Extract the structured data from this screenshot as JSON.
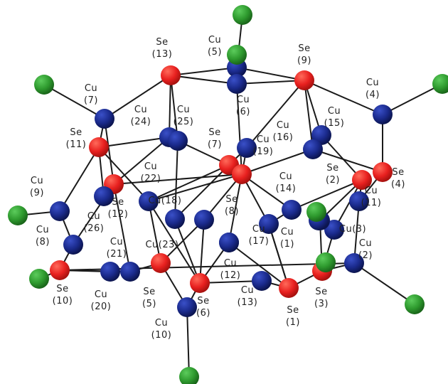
{
  "colors": {
    "se": "#e8201f",
    "cu": "#1a2a8c",
    "ligand": "#2e9a2e",
    "bond": "#1a1a1a"
  },
  "atoms": [
    {
      "id": "Se(13)",
      "el": "se",
      "lines": [
        "Se",
        "(13)"
      ]
    },
    {
      "id": "Se(9)",
      "el": "se",
      "lines": [
        "Se",
        "(9)"
      ]
    },
    {
      "id": "Se(11)",
      "el": "se",
      "lines": [
        "Se",
        "(11)"
      ]
    },
    {
      "id": "Se(7)",
      "el": "se",
      "lines": [
        "Se",
        "(7)"
      ]
    },
    {
      "id": "Se(8)",
      "el": "se",
      "lines": [
        "Se",
        "(8)"
      ]
    },
    {
      "id": "Se(2)",
      "el": "se",
      "lines": [
        "Se",
        "(2)"
      ]
    },
    {
      "id": "Se(4)",
      "el": "se",
      "lines": [
        "Se",
        "(4)"
      ]
    },
    {
      "id": "Se(12)",
      "el": "se",
      "lines": [
        "Se",
        "(12)"
      ]
    },
    {
      "id": "Se(10)",
      "el": "se",
      "lines": [
        "Se",
        "(10)"
      ]
    },
    {
      "id": "Se(5)",
      "el": "se",
      "lines": [
        "Se",
        "(5)"
      ]
    },
    {
      "id": "Se(6)",
      "el": "se",
      "lines": [
        "Se",
        "(6)"
      ]
    },
    {
      "id": "Se(1)",
      "el": "se",
      "lines": [
        "Se",
        "(1)"
      ]
    },
    {
      "id": "Se(3)",
      "el": "se",
      "lines": [
        "Se",
        "(3)"
      ]
    },
    {
      "id": "Cu(5)",
      "el": "cu",
      "lines": [
        "Cu",
        "(5)"
      ]
    },
    {
      "id": "Cu(6)",
      "el": "cu",
      "lines": [
        "Cu",
        "(6)"
      ]
    },
    {
      "id": "Cu(7)",
      "el": "cu",
      "lines": [
        "Cu",
        "(7)"
      ]
    },
    {
      "id": "Cu(4)",
      "el": "cu",
      "lines": [
        "Cu",
        "(4)"
      ]
    },
    {
      "id": "Cu(24)",
      "el": "cu",
      "lines": [
        "Cu",
        "(24)"
      ]
    },
    {
      "id": "Cu(25)",
      "el": "cu",
      "lines": [
        "Cu",
        "(25)"
      ]
    },
    {
      "id": "Cu(16)",
      "el": "cu",
      "lines": [
        "Cu",
        "(16)"
      ]
    },
    {
      "id": "Cu(15)",
      "el": "cu",
      "lines": [
        "Cu",
        "(15)"
      ]
    },
    {
      "id": "Cu(19)",
      "el": "cu",
      "lines": [
        "Cu",
        "(19)"
      ]
    },
    {
      "id": "Cu(22)",
      "el": "cu",
      "lines": [
        "Cu",
        "(22)"
      ]
    },
    {
      "id": "Cu(9)",
      "el": "cu",
      "lines": [
        "Cu",
        "(9)"
      ]
    },
    {
      "id": "Cu(14)",
      "el": "cu",
      "lines": [
        "Cu",
        "(14)"
      ]
    },
    {
      "id": "Cu(11)",
      "el": "cu",
      "lines": [
        "Cu",
        "(11)"
      ]
    },
    {
      "id": "Cu(18)",
      "el": "cu",
      "lines": [
        "Cu(18)"
      ]
    },
    {
      "id": "Cu(26)",
      "el": "cu",
      "lines": [
        "Cu",
        "(26)"
      ]
    },
    {
      "id": "Cu(8)",
      "el": "cu",
      "lines": [
        "Cu",
        "(8)"
      ]
    },
    {
      "id": "Cu(3)",
      "el": "cu",
      "lines": [
        "Cu(3)"
      ]
    },
    {
      "id": "Cu(1)",
      "el": "cu",
      "lines": [
        "Cu",
        "(1)"
      ]
    },
    {
      "id": "Cu(21)",
      "el": "cu",
      "lines": [
        "Cu",
        "(21)"
      ]
    },
    {
      "id": "Cu(23)",
      "el": "cu",
      "lines": [
        "Cu(23)"
      ]
    },
    {
      "id": "Cu(17)",
      "el": "cu",
      "lines": [
        "Cu",
        "(17)"
      ]
    },
    {
      "id": "Cu(2)",
      "el": "cu",
      "lines": [
        "Cu",
        "(2)"
      ]
    },
    {
      "id": "Cu(12)",
      "el": "cu",
      "lines": [
        "Cu",
        "(12)"
      ]
    },
    {
      "id": "Cu(20)",
      "el": "cu",
      "lines": [
        "Cu",
        "(20)"
      ]
    },
    {
      "id": "Cu(13)",
      "el": "cu",
      "lines": [
        "Cu",
        "(13)"
      ]
    },
    {
      "id": "Cu(10)",
      "el": "cu",
      "lines": [
        "Cu",
        "(10)"
      ]
    },
    {
      "id": "Cu(mid1)",
      "el": "cu",
      "lines": []
    },
    {
      "id": "Cu(mid2)",
      "el": "cu",
      "lines": []
    },
    {
      "id": "G1",
      "el": "ligand",
      "lines": []
    },
    {
      "id": "G2",
      "el": "ligand",
      "lines": []
    },
    {
      "id": "G3",
      "el": "ligand",
      "lines": []
    },
    {
      "id": "G4",
      "el": "ligand",
      "lines": []
    },
    {
      "id": "G5",
      "el": "ligand",
      "lines": []
    },
    {
      "id": "G6",
      "el": "ligand",
      "lines": []
    },
    {
      "id": "G7",
      "el": "ligand",
      "lines": []
    },
    {
      "id": "G8",
      "el": "ligand",
      "lines": []
    },
    {
      "id": "G9",
      "el": "ligand",
      "lines": []
    },
    {
      "id": "G10",
      "el": "ligand",
      "lines": []
    },
    {
      "id": "G11",
      "el": "ligand",
      "lines": []
    }
  ]
}
